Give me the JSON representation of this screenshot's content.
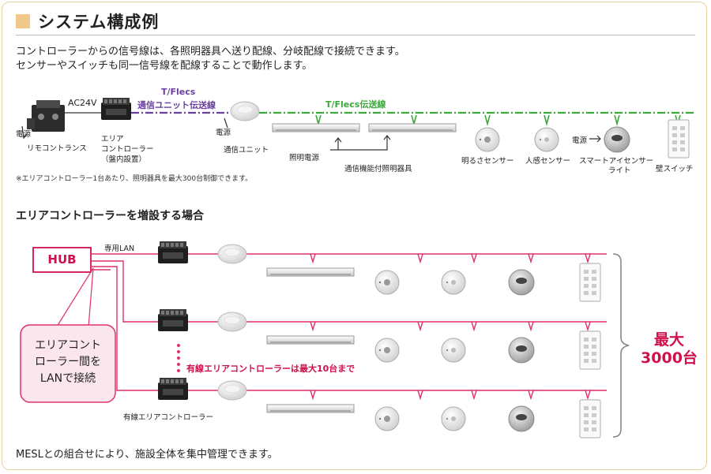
{
  "title": "システム構成例",
  "description": {
    "line1": "コントローラーからの信号線は、各照明器具へ送り配線、分岐配線で接続できます。",
    "line2": "センサーやスイッチも同一信号線を配線することで動作します。"
  },
  "top_diagram": {
    "ac_label": "AC24V",
    "power_left": "電源",
    "remote_transformer": "リモコントランス",
    "area_controller": [
      "エリア",
      "コントローラー",
      "（盤内設置）"
    ],
    "tflecs_unit_line_1": "T/Flecs",
    "tflecs_unit_line_2": "通信ユニット伝送線",
    "power_unit": "電源",
    "comm_unit": "通信ユニット",
    "tflecs_line": "T/Flecs伝送線",
    "lighting_power": "照明電源",
    "comm_fixture": "通信機能付照明器具",
    "brightness_sensor": "明るさセンサー",
    "motion_sensor": "人感センサー",
    "power_smart": "電源",
    "smart_sensor_light_1": "スマートアイセンサー",
    "smart_sensor_light_2": "ライト",
    "wall_switch": "壁スイッチ"
  },
  "note": "※エリアコントローラー1台あたり、照明器具を最大300台制御できます。",
  "sub_title": "エリアコントローラーを増設する場合",
  "bottom_diagram": {
    "hub": "HUB",
    "lan": "専用LAN",
    "callout": [
      "エリアコント",
      "ローラー間を",
      "LANで接続"
    ],
    "max_wired": "有線エリアコントローラーは最大10台まで",
    "wired_controller": "有線エリアコントローラー",
    "max_label_1": "最大",
    "max_label_2": "3000台"
  },
  "footer": "MESLとの組合せにより、施設全体を集中管理できます。",
  "colors": {
    "accent_orange": "#f0c98a",
    "purple": "#6a3fa0",
    "green": "#3aa83a",
    "pink": "#e0306a",
    "crimson": "#d0104c"
  }
}
